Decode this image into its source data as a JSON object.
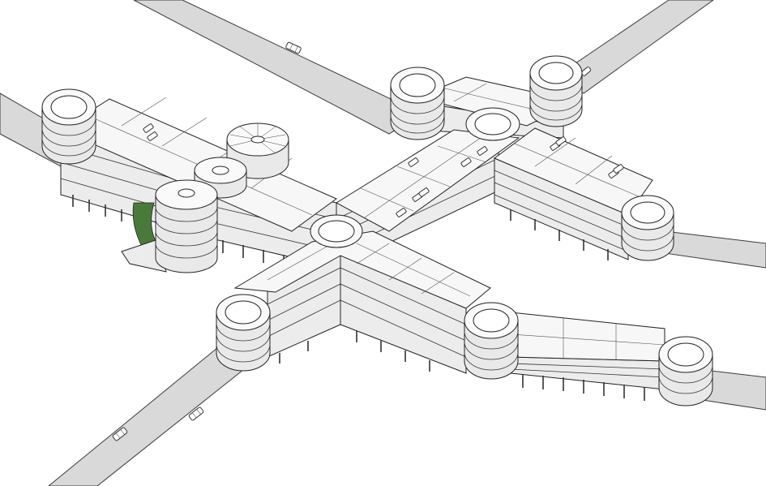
{
  "scene": {
    "colors": {
      "background": "#ffffff",
      "road": "#d9d9d9",
      "roof": "#f7f7f7",
      "wall": "#ececec",
      "line": "#222222",
      "accent": "#4a7a3a"
    },
    "roads": [
      {
        "id": "road-northwest"
      },
      {
        "id": "road-northeast"
      },
      {
        "id": "road-west"
      },
      {
        "id": "road-east"
      },
      {
        "id": "road-southwest"
      },
      {
        "id": "road-southeast"
      }
    ],
    "parking_wings": [
      {
        "id": "wing-west",
        "floors": 4
      },
      {
        "id": "wing-north",
        "floors": 4
      },
      {
        "id": "wing-east",
        "floors": 4
      },
      {
        "id": "wing-central-diagonal",
        "floors": 4
      },
      {
        "id": "wing-south-center",
        "floors": 4
      },
      {
        "id": "wing-south-east",
        "floors": 3
      }
    ],
    "circular_ramps": 9,
    "stair_towers": 3,
    "cars_on_roads": 4,
    "cars_on_roofs": 12
  }
}
